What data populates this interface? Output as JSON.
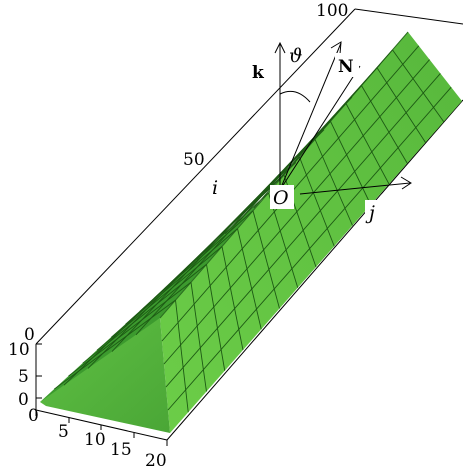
{
  "axes": {
    "i": {
      "label": "i",
      "ticks": [
        "0",
        "50",
        "100"
      ]
    },
    "j": {
      "label": "j",
      "ticks": [
        "0",
        "5",
        "10",
        "15",
        "20"
      ]
    },
    "z": {
      "ticks": [
        "0",
        "5",
        "10"
      ]
    }
  },
  "annotations": {
    "normal_vector": "N",
    "unit_vector_k": "k",
    "angle": "ϑ",
    "origin": "O"
  },
  "colors": {
    "surface_light": "#6ed24a",
    "surface_mid": "#4fb437",
    "surface_dark": "#2f7d24",
    "mesh_lines": "#1d5a14"
  }
}
